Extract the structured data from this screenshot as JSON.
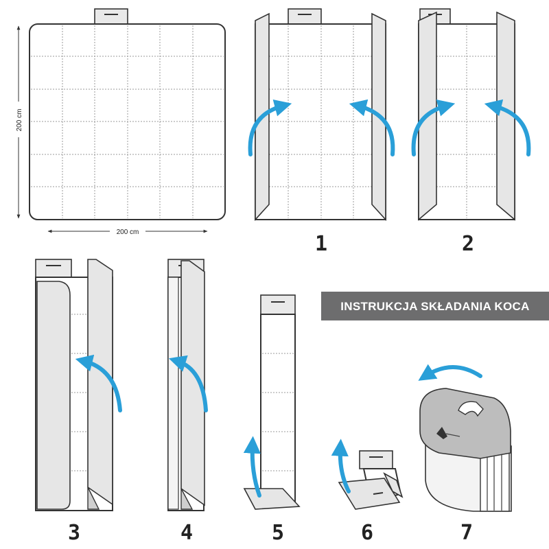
{
  "title_banner": {
    "text": "INSTRUKCJA SKŁADANIA KOCA",
    "bg_color": "#6d6d6e"
  },
  "dimensions": {
    "width_label": "200 cm",
    "height_label": "200 cm"
  },
  "steps": [
    {
      "label": "1"
    },
    {
      "label": "2"
    },
    {
      "label": "3"
    },
    {
      "label": "4"
    },
    {
      "label": "5"
    },
    {
      "label": "6"
    },
    {
      "label": "7"
    }
  ],
  "arrow_color": "#2a9fd8",
  "icons": [
    "fold-arrow-icon",
    "blanket-tab-icon",
    "carry-handle-icon"
  ]
}
